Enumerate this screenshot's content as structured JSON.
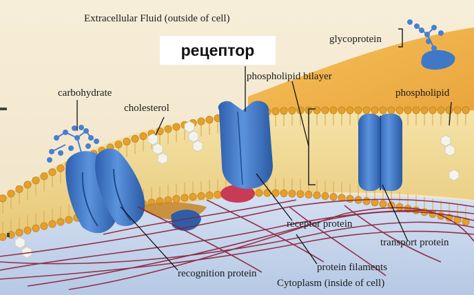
{
  "labels": {
    "extracellular": "Extracellular Fluid (outside of cell)",
    "glycoprotein": "glycoprotein",
    "banner": "рецептор",
    "phospholipid_bilayer": "phospholipid bilayer",
    "phospholipid": "phospholipid",
    "carbohydrate": "carbohydrate",
    "cholesterol": "cholesterol",
    "receptor_protein": "receptor protein",
    "transport_protein": "transport protein",
    "protein_filaments": "protein filaments",
    "recognition_protein": "recognition protein",
    "cytoplasm": "Cytoplasm (inside of cell)"
  },
  "colors": {
    "background_top": "#f6ecd6",
    "outer_membrane": "#f2b84a",
    "lipid_head": "#e3a02c",
    "lipid_tail": "#f3dfa0",
    "protein": "#3f78c6",
    "protein_dark": "#244f96",
    "carbohydrate": "#4a7fd0",
    "cholesterol": "#f4f4ec",
    "filament": "#8a1f3a",
    "cytoplasm": "#c9d8ee"
  }
}
